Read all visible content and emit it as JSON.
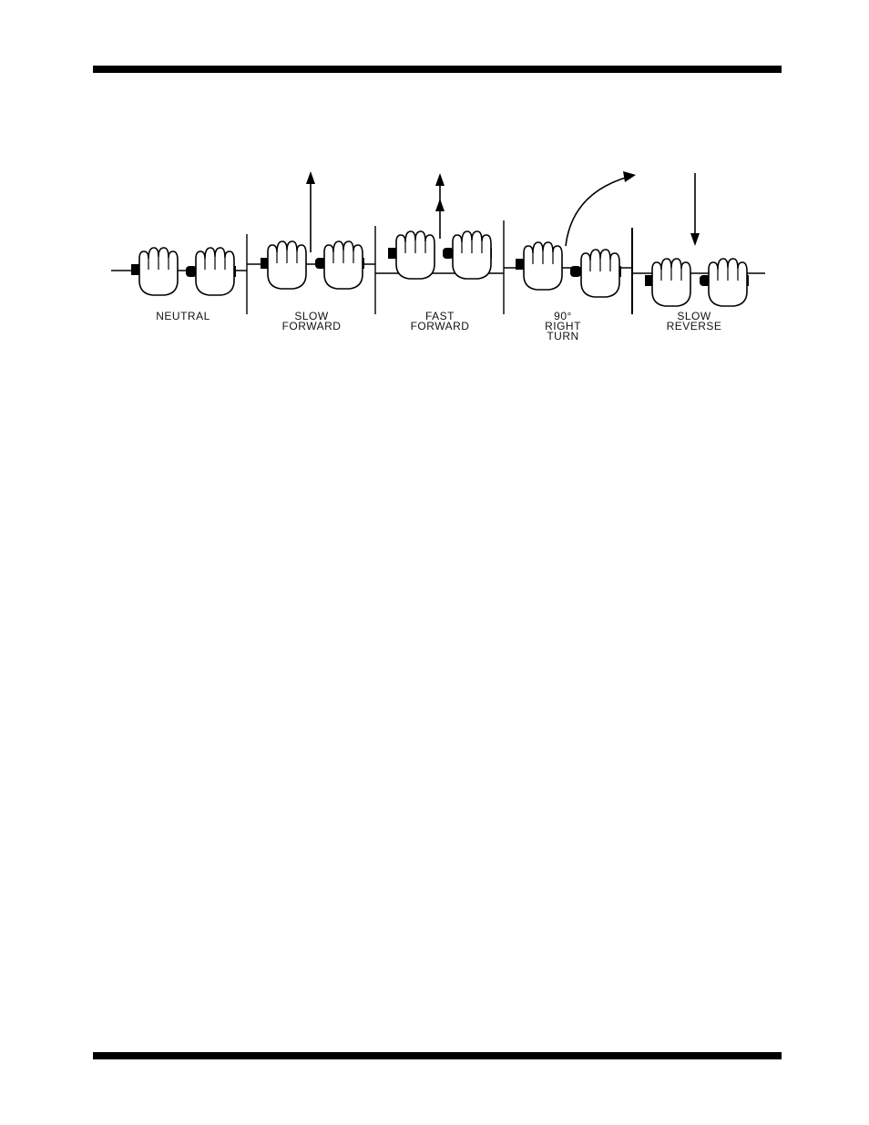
{
  "diagram": {
    "panels": [
      {
        "id": "neutral",
        "lines": [
          "NEUTRAL"
        ]
      },
      {
        "id": "slow-forward",
        "lines": [
          "SLOW",
          "FORWARD"
        ]
      },
      {
        "id": "fast-forward",
        "lines": [
          "FAST",
          "FORWARD"
        ]
      },
      {
        "id": "right-turn",
        "lines": [
          "90°",
          "RIGHT",
          "TURN"
        ]
      },
      {
        "id": "slow-reverse",
        "lines": [
          "SLOW",
          "REVERSE"
        ]
      }
    ]
  }
}
